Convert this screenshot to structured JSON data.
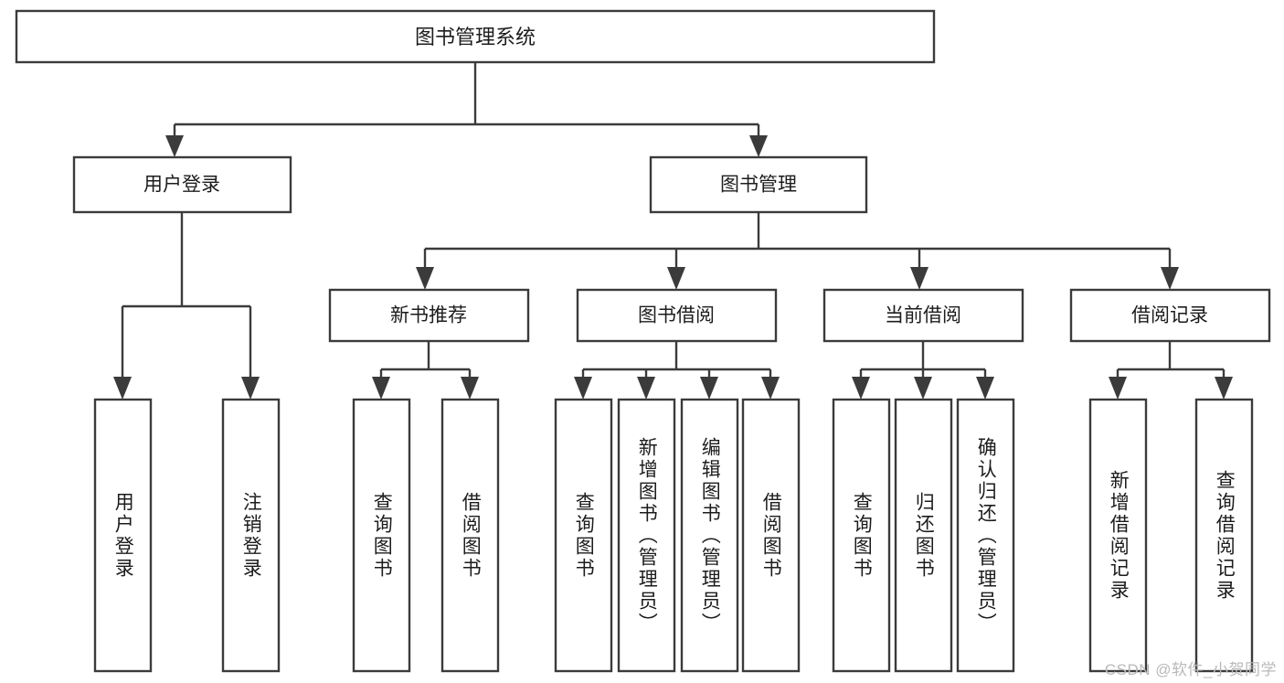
{
  "diagram": {
    "type": "tree-hierarchy",
    "title": "图书管理系统",
    "orientation": "top-down",
    "colors": {
      "box_stroke": "#3b3b3b",
      "box_fill": "#ffffff",
      "text": "#1c1c1c",
      "background": "#ffffff",
      "watermark": "#b9b9b9"
    },
    "root": {
      "id": "root",
      "label": "图书管理系统",
      "orientation": "horizontal"
    },
    "level2": [
      {
        "id": "user-login",
        "label": "用户登录",
        "orientation": "horizontal"
      },
      {
        "id": "book-manage",
        "label": "图书管理",
        "orientation": "horizontal"
      }
    ],
    "level3": [
      {
        "id": "new-book-recommend",
        "label": "新书推荐",
        "orientation": "horizontal",
        "parent": "book-manage"
      },
      {
        "id": "book-borrow",
        "label": "图书借阅",
        "orientation": "horizontal",
        "parent": "book-manage"
      },
      {
        "id": "current-borrow",
        "label": "当前借阅",
        "orientation": "horizontal",
        "parent": "book-manage"
      },
      {
        "id": "borrow-record",
        "label": "借阅记录",
        "orientation": "horizontal",
        "parent": "book-manage"
      }
    ],
    "leaves": [
      {
        "id": "leaf-user-login",
        "label": "用户登录",
        "orientation": "vertical",
        "parent": "user-login"
      },
      {
        "id": "leaf-user-logout",
        "label": "注销登录",
        "orientation": "vertical",
        "parent": "user-login"
      },
      {
        "id": "leaf-query-book-1",
        "label": "查询图书",
        "orientation": "vertical",
        "parent": "new-book-recommend"
      },
      {
        "id": "leaf-borrow-book-1",
        "label": "借阅图书",
        "orientation": "vertical",
        "parent": "new-book-recommend"
      },
      {
        "id": "leaf-query-book-2",
        "label": "查询图书",
        "orientation": "vertical",
        "parent": "book-borrow"
      },
      {
        "id": "leaf-add-book",
        "label": "新增图书（管理员）",
        "orientation": "vertical",
        "parent": "book-borrow"
      },
      {
        "id": "leaf-edit-book",
        "label": "编辑图书（管理员）",
        "orientation": "vertical",
        "parent": "book-borrow"
      },
      {
        "id": "leaf-borrow-book-2",
        "label": "借阅图书",
        "orientation": "vertical",
        "parent": "book-borrow"
      },
      {
        "id": "leaf-query-book-3",
        "label": "查询图书",
        "orientation": "vertical",
        "parent": "current-borrow"
      },
      {
        "id": "leaf-return-book",
        "label": "归还图书",
        "orientation": "vertical",
        "parent": "current-borrow"
      },
      {
        "id": "leaf-confirm-return",
        "label": "确认归还（管理员）",
        "orientation": "vertical",
        "parent": "current-borrow"
      },
      {
        "id": "leaf-add-record",
        "label": "新增借阅记录",
        "orientation": "vertical",
        "parent": "borrow-record"
      },
      {
        "id": "leaf-query-record",
        "label": "查询借阅记录",
        "orientation": "vertical",
        "parent": "borrow-record"
      }
    ],
    "watermark": "CSDN @软件_小贺同学"
  }
}
